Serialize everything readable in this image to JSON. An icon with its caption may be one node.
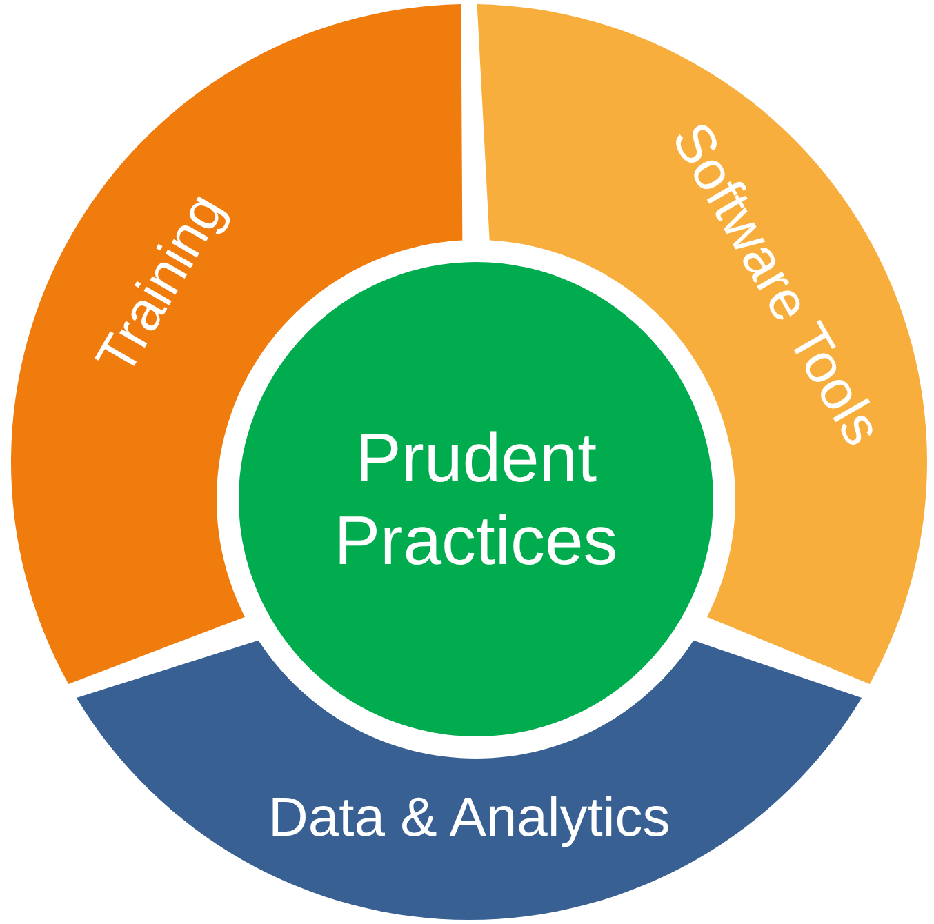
{
  "diagram": {
    "nodes": [
      {
        "text": [
          "Prudent Practices"
        ]
      },
      {
        "text": [
          "Training"
        ]
      },
      {
        "text": [
          "Software Tools"
        ]
      },
      {
        "text": [
          "Data & Analytics"
        ]
      }
    ]
  }
}
